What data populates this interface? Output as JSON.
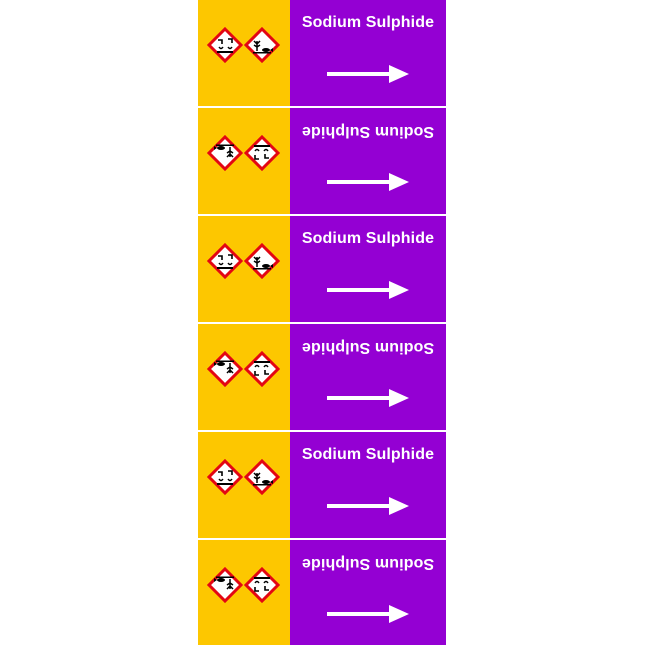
{
  "colors": {
    "hazard_band": "#fdc700",
    "media_band": "#9400d3",
    "text": "#ffffff",
    "ghs_border": "#e30613"
  },
  "labels": [
    {
      "media_name": "Sodium Sulphide",
      "orientation": "upright",
      "pictograms": [
        "corrosion-icon",
        "environment-icon"
      ]
    },
    {
      "media_name": "Sodium Sulphide",
      "orientation": "inverted",
      "pictograms": [
        "environment-icon",
        "corrosion-icon"
      ]
    },
    {
      "media_name": "Sodium Sulphide",
      "orientation": "upright",
      "pictograms": [
        "corrosion-icon",
        "environment-icon"
      ]
    },
    {
      "media_name": "Sodium Sulphide",
      "orientation": "inverted",
      "pictograms": [
        "environment-icon",
        "corrosion-icon"
      ]
    },
    {
      "media_name": "Sodium Sulphide",
      "orientation": "upright",
      "pictograms": [
        "corrosion-icon",
        "environment-icon"
      ]
    },
    {
      "media_name": "Sodium Sulphide",
      "orientation": "inverted",
      "pictograms": [
        "environment-icon",
        "corrosion-icon"
      ]
    }
  ]
}
